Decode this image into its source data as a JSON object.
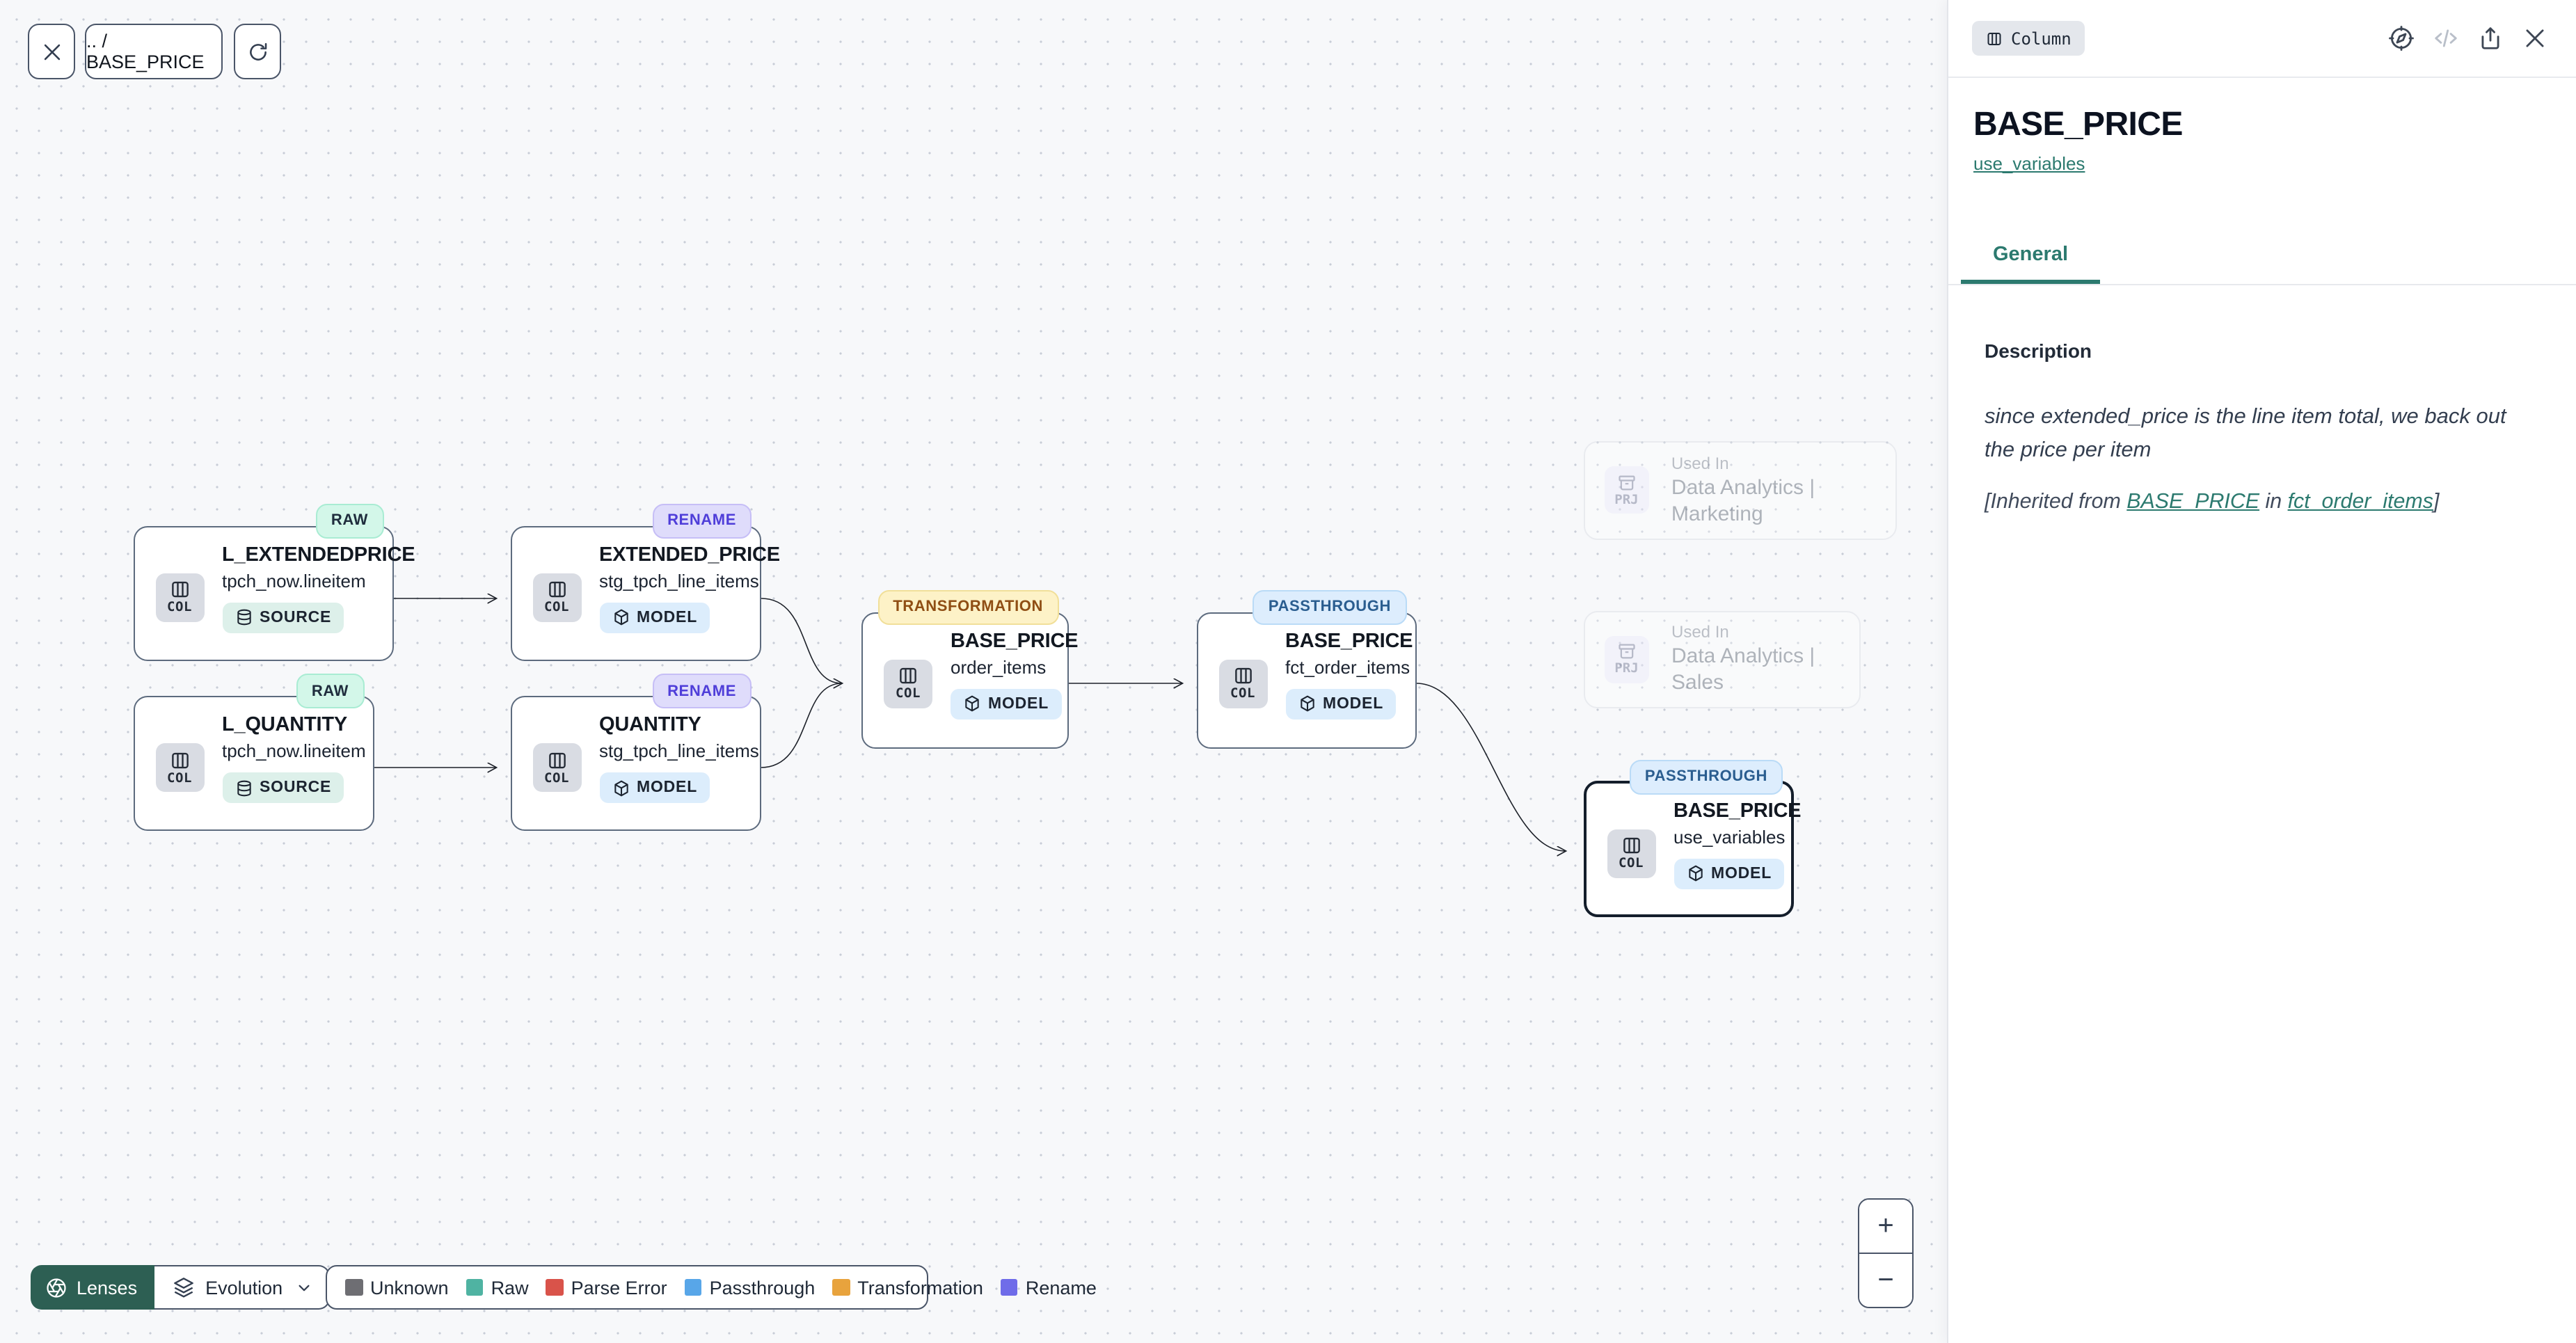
{
  "toolbar": {
    "breadcrumb": ".. / BASE_PRICE"
  },
  "canvas": {
    "nodes": [
      {
        "badge": "RAW",
        "title": "L_EXTENDEDPRICE",
        "subtitle": "tpch_now.lineitem",
        "chip": "COL",
        "kind": "SOURCE"
      },
      {
        "badge": "RAW",
        "title": "L_QUANTITY",
        "subtitle": "tpch_now.lineitem",
        "chip": "COL",
        "kind": "SOURCE"
      },
      {
        "badge": "RENAME",
        "title": "EXTENDED_PRICE",
        "subtitle": "stg_tpch_line_items",
        "chip": "COL",
        "kind": "MODEL"
      },
      {
        "badge": "RENAME",
        "title": "QUANTITY",
        "subtitle": "stg_tpch_line_items",
        "chip": "COL",
        "kind": "MODEL"
      },
      {
        "badge": "TRANSFORMATION",
        "title": "BASE_PRICE",
        "subtitle": "order_items",
        "chip": "COL",
        "kind": "MODEL"
      },
      {
        "badge": "PASSTHROUGH",
        "title": "BASE_PRICE",
        "subtitle": "fct_order_items",
        "chip": "COL",
        "kind": "MODEL"
      },
      {
        "badge": "PASSTHROUGH",
        "title": "BASE_PRICE",
        "subtitle": "use_variables",
        "chip": "COL",
        "kind": "MODEL",
        "selected": true
      }
    ],
    "used_in": [
      {
        "chip": "PRJ",
        "label": "Used In",
        "name": "Data Analytics | Marketing"
      },
      {
        "chip": "PRJ",
        "label": "Used In",
        "name": "Data Analytics | Sales"
      }
    ]
  },
  "lenses": {
    "button_label": "Lenses",
    "selected_lens": "Evolution"
  },
  "legend": {
    "items": [
      {
        "label": "Unknown",
        "color": "#6E6E73"
      },
      {
        "label": "Raw",
        "color": "#4FB3A2"
      },
      {
        "label": "Parse Error",
        "color": "#D9534A"
      },
      {
        "label": "Passthrough",
        "color": "#58A6E8"
      },
      {
        "label": "Transformation",
        "color": "#E8A33D"
      },
      {
        "label": "Rename",
        "color": "#6F6CE9"
      }
    ]
  },
  "zoom_controls": {
    "zoom_in": "+",
    "zoom_out": "−"
  },
  "panel": {
    "type_badge": "Column",
    "title": "BASE_PRICE",
    "model_link": "use_variables",
    "tabs": [
      {
        "label": "General",
        "active": true
      }
    ],
    "description": {
      "heading": "Description",
      "text": "since extended_price is the line item total, we back out the price per item",
      "inherited_prefix": "[Inherited from ",
      "inherited_link_column": "BASE_PRICE",
      "inherited_middle": " in ",
      "inherited_link_model": "fct_order_items",
      "inherited_suffix": "]"
    }
  },
  "colors": {
    "accent_teal": "#2C7A6F",
    "lenses_green": "#2D5F53",
    "edge_line": "#1D2129",
    "badge_raw_bg": "#D3F7E9",
    "badge_rename_bg": "#DFDCFB",
    "badge_transformation_bg": "#FDF2C7",
    "badge_passthrough_bg": "#DDEDFD",
    "pill_source_bg": "#DDF0EA",
    "pill_model_bg": "#DCEDFC"
  }
}
